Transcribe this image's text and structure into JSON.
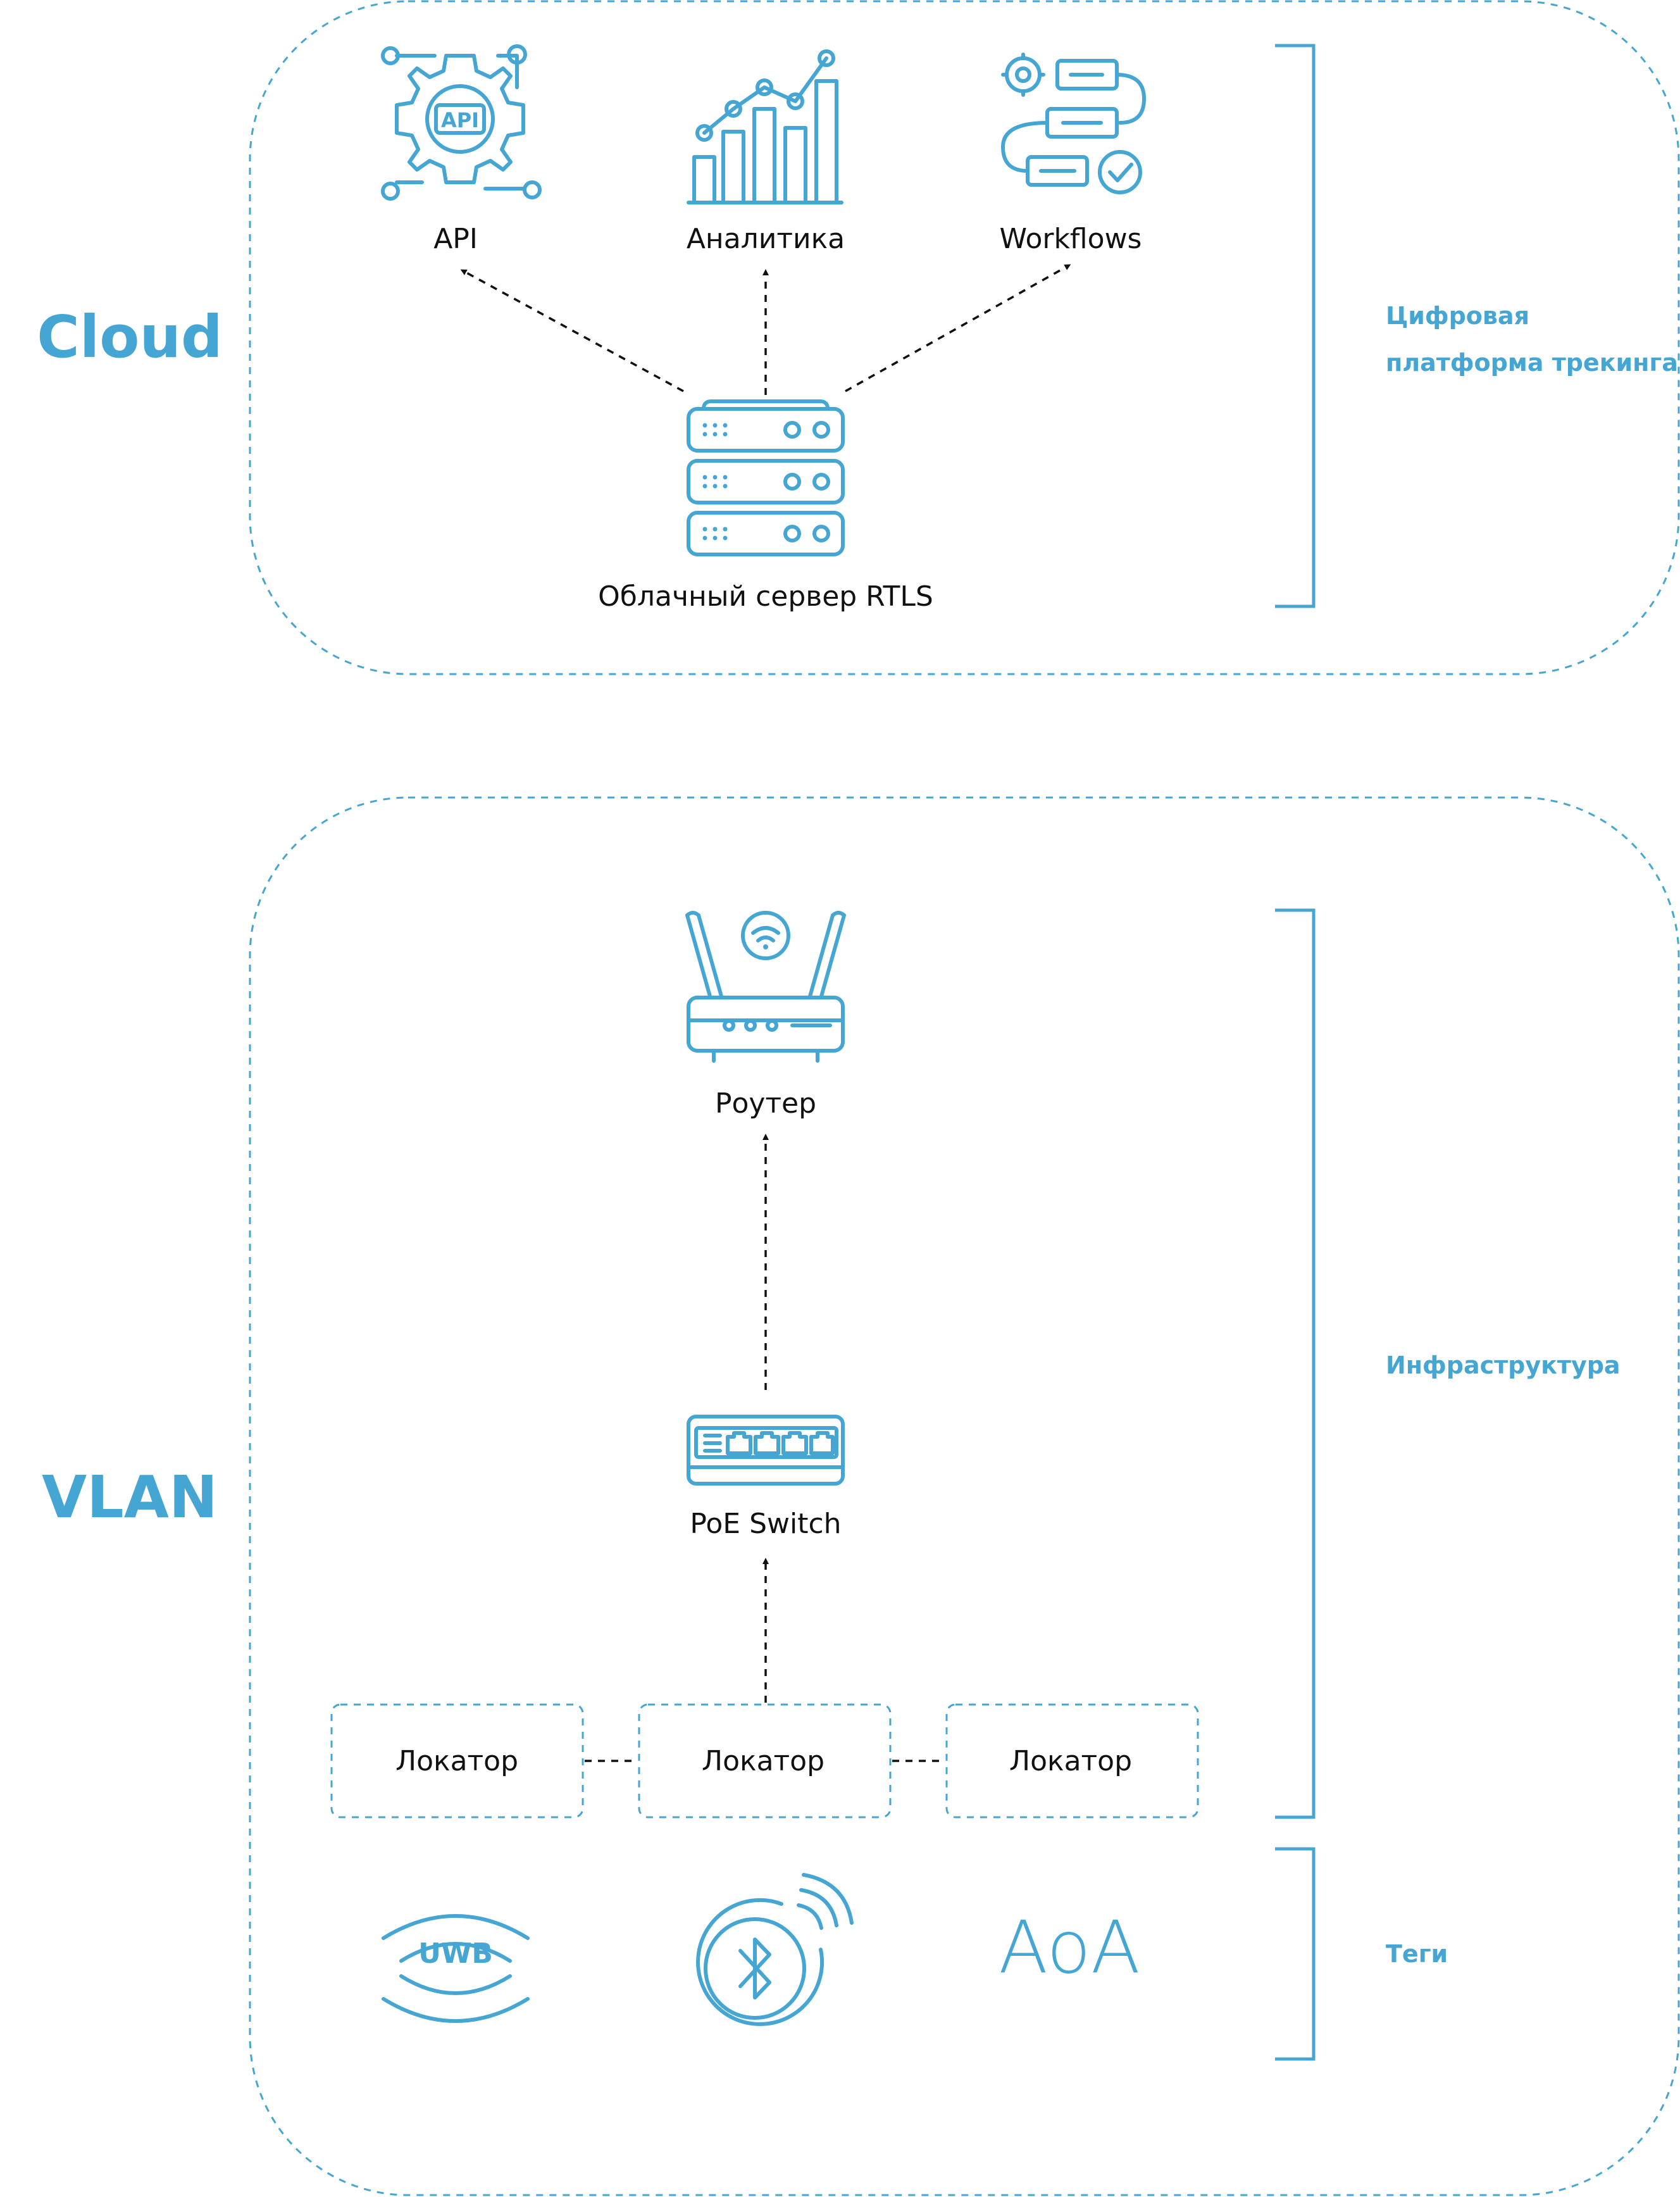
{
  "zones": {
    "cloud": {
      "title": "Cloud"
    },
    "vlan": {
      "title": "VLAN"
    }
  },
  "sections": {
    "platform": {
      "line1": "Цифровая",
      "line2": "платформа трекинга"
    },
    "infrastructure": {
      "label": "Инфраструктура"
    },
    "tags": {
      "label": "Теги"
    }
  },
  "nodes": {
    "api": {
      "label": "API",
      "icon": "api-gear-icon",
      "badge": "API"
    },
    "analytics": {
      "label": "Аналитика",
      "icon": "analytics-chart-icon"
    },
    "workflows": {
      "label": "Workflows",
      "icon": "workflow-icon"
    },
    "server": {
      "label": "Облачный сервер RTLS",
      "icon": "server-rack-icon"
    },
    "router": {
      "label": "Роутер",
      "icon": "wifi-router-icon"
    },
    "switch": {
      "label": "PoE Switch",
      "icon": "poe-switch-icon"
    },
    "locators": [
      {
        "label": "Локатор"
      },
      {
        "label": "Локатор"
      },
      {
        "label": "Локатор"
      }
    ]
  },
  "tags": {
    "uwb": {
      "label": "UWB",
      "icon": "uwb-signal-icon"
    },
    "bluetooth": {
      "icon": "bluetooth-icon"
    },
    "aoa": {
      "label": "AoA"
    }
  },
  "colors": {
    "accent": "#45a5d3",
    "text": "#111111"
  }
}
